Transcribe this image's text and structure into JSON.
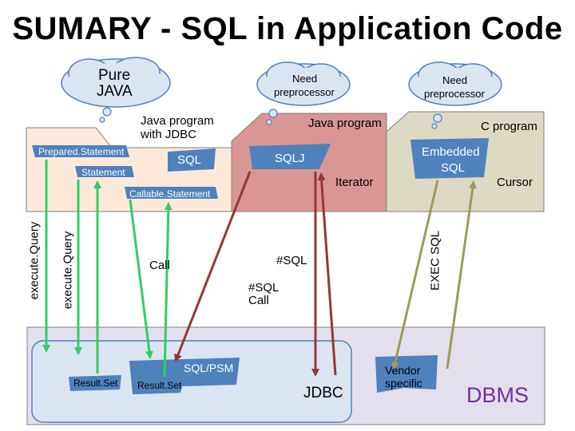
{
  "title": "SUMARY -  SQL in Application Code",
  "clouds": {
    "pure_java": [
      "Pure",
      "JAVA"
    ],
    "need_pre_1": [
      "Need",
      "preprocessor"
    ],
    "need_pre_2": [
      "Need",
      "preprocessor"
    ]
  },
  "panels": {
    "jdbc": [
      "Java program",
      "with JDBC"
    ],
    "sqlj": "Java program",
    "embedded": "C program"
  },
  "labels": {
    "prepared": "Prepared.Statement",
    "statement": "Statement",
    "callable": "Callable.Statement",
    "sql": "SQL",
    "sqlj": "SQLJ",
    "iterator": "Iterator",
    "embedded_sql": [
      "Embedded",
      "SQL"
    ],
    "cursor": "Cursor",
    "execute_query_1": "execute.Query",
    "execute_query_2": "execute.Query",
    "exec_sql": "EXEC SQL",
    "call": "Call",
    "hash_sql": "#SQL",
    "hash_sql_call": [
      "#SQL",
      "Call"
    ],
    "resultset_1": "Result.Set",
    "resultset_2": "Result.Set",
    "sql_psm": "SQL/PSM",
    "jdbc": "JDBC",
    "vendor": [
      "Vendor",
      "specific"
    ],
    "dbms": "DBMS"
  },
  "colors": {
    "jdbc_panel": "#fde9d9",
    "sqlj_panel": "#d99694",
    "c_panel": "#ddd9c3",
    "dbms_outer": "#e4dfec",
    "dbms_inner": "#dbe5f1",
    "blue_box": "#4f81bd",
    "green_arrow": "#33cc66",
    "brown_arrow": "#953735",
    "olive_arrow": "#9c9b5b",
    "dbms_text": "#7030a0"
  }
}
